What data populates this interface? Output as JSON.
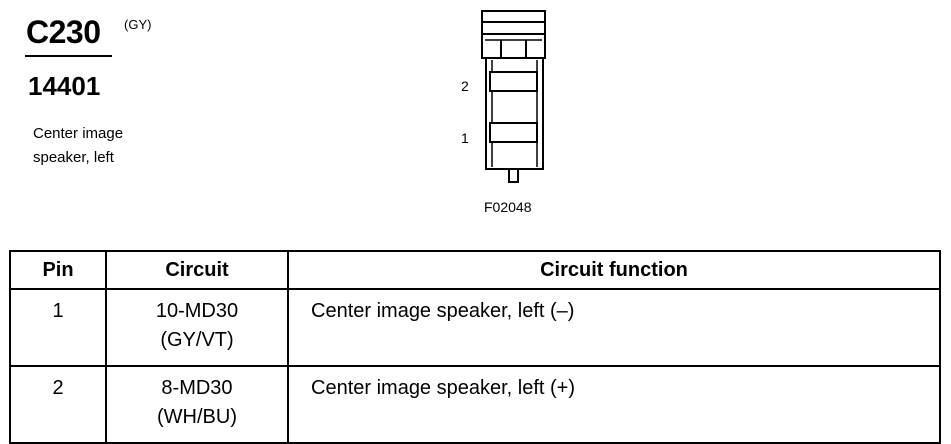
{
  "connector": {
    "id": "C230",
    "color_code": "(GY)",
    "part_number": "14401",
    "description_lines": [
      "Center image",
      "speaker, left"
    ],
    "figure_code": "F02048",
    "pin_labels": [
      "2",
      "1"
    ]
  },
  "table": {
    "headers": [
      "Pin",
      "Circuit",
      "Circuit function"
    ],
    "rows": [
      {
        "pin": "1",
        "circuit": "10-MD30",
        "wire_color": "(GY/VT)",
        "function": "Center image speaker, left (–)"
      },
      {
        "pin": "2",
        "circuit": "8-MD30",
        "wire_color": "(WH/BU)",
        "function": "Center image speaker, left (+)"
      }
    ]
  }
}
